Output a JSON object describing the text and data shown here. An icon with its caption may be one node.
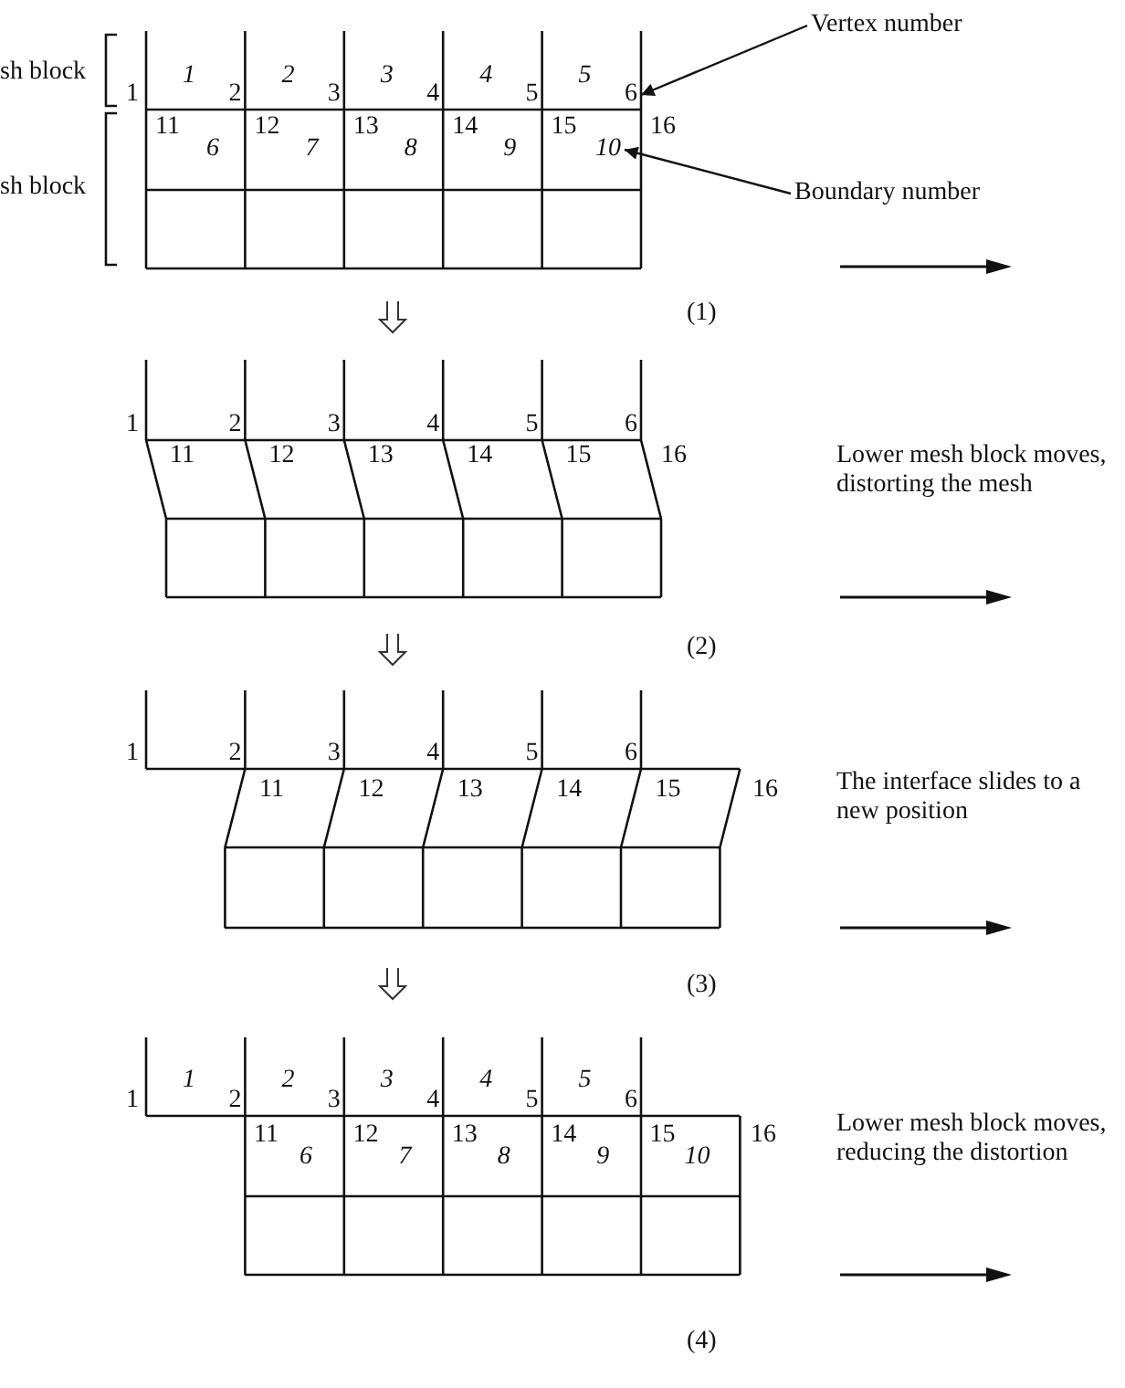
{
  "diagram": {
    "nodes": [
      {
        "text": [
          "Vertex number"
        ]
      },
      {
        "text": [
          "6"
        ]
      },
      {
        "text": [
          "Boundary number"
        ]
      },
      {
        "text": [
          "10"
        ]
      }
    ],
    "edges": [
      {
        "from": 0,
        "to": 1,
        "arrow": "to"
      },
      {
        "from": 2,
        "to": 3,
        "arrow": "to"
      }
    ],
    "labels": [
      "sh block",
      "sh block",
      "1",
      "1",
      "2",
      "2",
      "3",
      "3",
      "4",
      "4",
      "5",
      "5",
      "11",
      "6",
      "12",
      "7",
      "13",
      "8",
      "14",
      "9",
      "15",
      "16",
      "(1)",
      "1",
      "2",
      "3",
      "4",
      "5",
      "6",
      "11",
      "12",
      "13",
      "14",
      "15",
      "16",
      "Lower mesh block moves, distorting the mesh",
      "(2)",
      "1",
      "2",
      "3",
      "4",
      "5",
      "6",
      "11",
      "12",
      "13",
      "14",
      "15",
      "16",
      "The interface slides to a new position",
      "(3)",
      "1",
      "1",
      "2",
      "2",
      "3",
      "3",
      "4",
      "4",
      "5",
      "5",
      "6",
      "11",
      "6",
      "12",
      "7",
      "13",
      "8",
      "14",
      "9",
      "15",
      "10",
      "16",
      "Lower mesh block moves, reducing the distortion",
      "(4)"
    ]
  }
}
